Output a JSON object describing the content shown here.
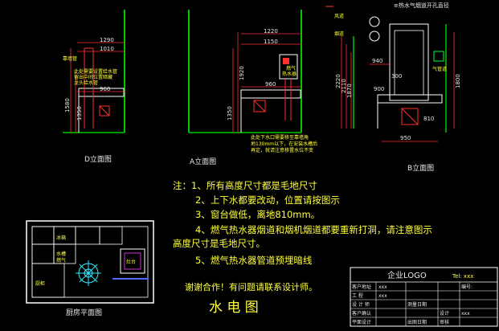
{
  "colors": {
    "background": "#000000",
    "wall": "#00c800",
    "dimension": "#ff3030",
    "pipe": "#ff3030",
    "text_white": "#e8e8e8",
    "text_yellow": "#ffff3a",
    "text_cyan": "#37e8ff",
    "fixture_blue": "#5068ff",
    "fixture_magenta": "#ff40ff"
  },
  "views": {
    "d_label": "D立面图",
    "a_label": "A立面图",
    "b_label": "B立面图",
    "plan_label": "厨房平面图"
  },
  "d_view": {
    "dims": [
      "1290",
      "1010",
      "960",
      "1580",
      "1350"
    ],
    "note1": "靠墙管",
    "note2": "此处需要设置给水管",
    "note3": "留出中间位置暗藏",
    "note4": "龙头给水管"
  },
  "a_view": {
    "dims": [
      "1220",
      "1150",
      "960",
      "1350",
      "1920"
    ],
    "heater_1": "燃气",
    "heater_2": "热水器",
    "note_1": "此处下水口需要移至靠墙角",
    "note_2": "地130mm以下，在安装水槽后",
    "note_3": "再定，就请注意移置水位不变"
  },
  "b_view": {
    "top_note": "≡热水气烟道开孔直径",
    "label_1": "风道",
    "label_2": "烟道",
    "label_3": "气管道",
    "dims": [
      "2220",
      "2110",
      "1870",
      "1800",
      "940",
      "300",
      "900",
      "950",
      "810"
    ]
  },
  "notes": {
    "line1": "注：1、所有高度尺寸都是毛地尺寸",
    "line2": "2、上下水都要改动，位置请按图示",
    "line3": "3、窗台做低，离地810mm。",
    "line4a": "4、燃气热水器烟道和烟机烟道都要重新打洞，请注意图示",
    "line4b": "高度尺寸是毛地尺寸。",
    "line5": "5、燃气热水器管道预埋暗线"
  },
  "thanks": "谢谢合作！有问题请联系设计师。",
  "drawing_title": "水 电 图",
  "plan": {
    "cabinet_1": "冰箱",
    "cabinet_2": "水槽",
    "cabinet_3": "燃气",
    "cabinet_4": "灶台",
    "left_label": "厨柜"
  },
  "title_block": {
    "logo": "企业LOGO",
    "tel": "Tel: xxx",
    "rows": [
      {
        "label": "客户地址",
        "value": "xxx",
        "extra_label": "编号:",
        "extra_value": ""
      },
      {
        "label": "工    程",
        "value": "xxx",
        "extra_label": "",
        "extra_value": ""
      },
      {
        "label": "设 计 师",
        "value": "",
        "extra_label": "",
        "extra_value": ""
      },
      {
        "label": "客户确认",
        "value": "",
        "extra_label": "设计",
        "extra_value": "xxx"
      },
      {
        "label": "平面设计",
        "value": "",
        "extra_label": "审核",
        "extra_value": ""
      }
    ],
    "mid_cells": [
      "测量日期",
      "",
      "",
      "",
      "出图日期"
    ],
    "bottom_cells": [
      "",
      "",
      "",
      "出图日期",
      ""
    ]
  }
}
